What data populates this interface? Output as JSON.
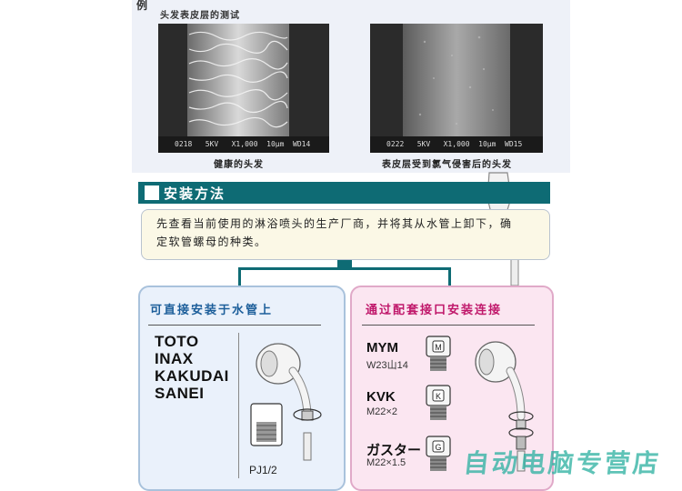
{
  "example_mark": "例",
  "top_caption": "头发表皮层的测试",
  "sem_images": [
    {
      "label": "0218   5KV   X1,000  10μm  WD14",
      "caption": "健康的头发"
    },
    {
      "label": "0222   5KV   X1,000  10μm  WD15",
      "caption": "表皮层受到氯气侵害后的头发"
    }
  ],
  "method": {
    "title": "安装方法",
    "instruction": "先查看当前使用的淋浴喷头的生产厂商，并将其从水管上卸下，确定软管螺母的种类。"
  },
  "left_panel": {
    "title": "可直接安装于水管上",
    "brands": [
      "TOTO",
      "INAX",
      "KAKUDAI",
      "SANEI"
    ],
    "thread_label": "PJ1/2"
  },
  "right_panel": {
    "title": "通过配套接口安装连接",
    "adapters": [
      {
        "name": "MYM",
        "size": "W23山14",
        "nut_letter": "M"
      },
      {
        "name": "KVK",
        "size": "M22×2",
        "nut_letter": "K"
      },
      {
        "name": "ガスター",
        "size": "M22×1.5",
        "nut_letter": "G"
      }
    ]
  },
  "watermark": "自动电脑专营店",
  "colors": {
    "teal": "#0e6b74",
    "left_title": "#1c5e9a",
    "right_title": "#c0186b"
  }
}
